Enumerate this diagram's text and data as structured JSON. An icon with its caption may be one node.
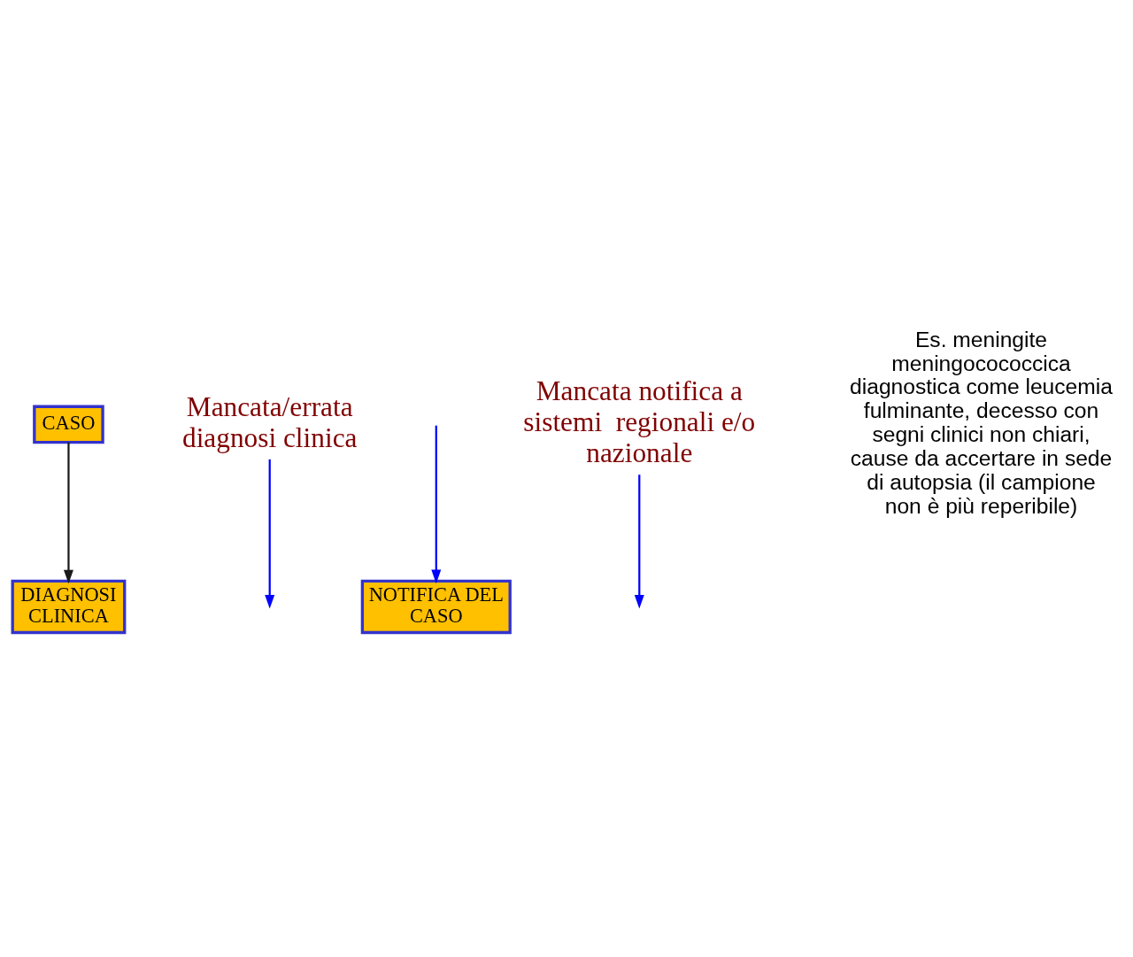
{
  "diagram": {
    "nodes": [
      {
        "text": [
          "CASO"
        ]
      },
      {
        "text": [
          "DIAGNOSI CLINICA"
        ]
      },
      {
        "text": [
          "Mancata/errata diagnosi clinica"
        ]
      },
      {
        "text": [
          "NOTIFICA DEL CASO"
        ]
      },
      {
        "text": [
          "Mancata notifica a sistemi  regionali e/o nazionale"
        ]
      }
    ],
    "edges": [
      {
        "from": 0,
        "to": 1,
        "arrow": "to",
        "color": "#1a1a1a"
      },
      {
        "from": 2,
        "to": null,
        "arrow": "to"
      },
      {
        "from": null,
        "to": 3,
        "arrow": "to"
      },
      {
        "from": 4,
        "to": null,
        "arrow": "to"
      }
    ],
    "labels": [
      "Es. meningite meningocococcica diagnostica come leucemia fulminante, decesso con segni clinici non chiari, cause da accertare in sede di autopsia (il campione non è più reperibile)"
    ]
  }
}
